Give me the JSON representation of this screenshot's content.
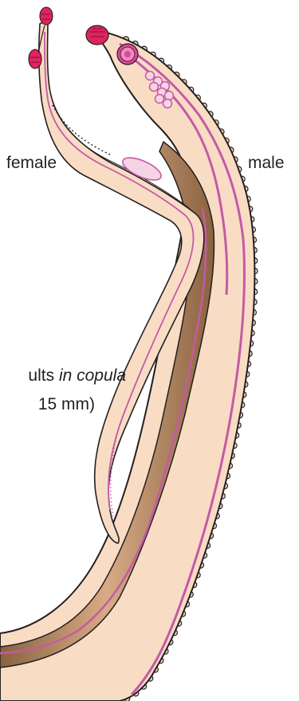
{
  "labels": {
    "female": "female",
    "male": "male",
    "adults_prefix": "ults",
    "adults_italic": "in copula",
    "size": "15 mm)"
  },
  "colors": {
    "skin": "#f9dcc4",
    "outline": "#231f20",
    "pink": "#c45aa5",
    "sucker": "#e0245e",
    "gut": "#9c7650"
  }
}
